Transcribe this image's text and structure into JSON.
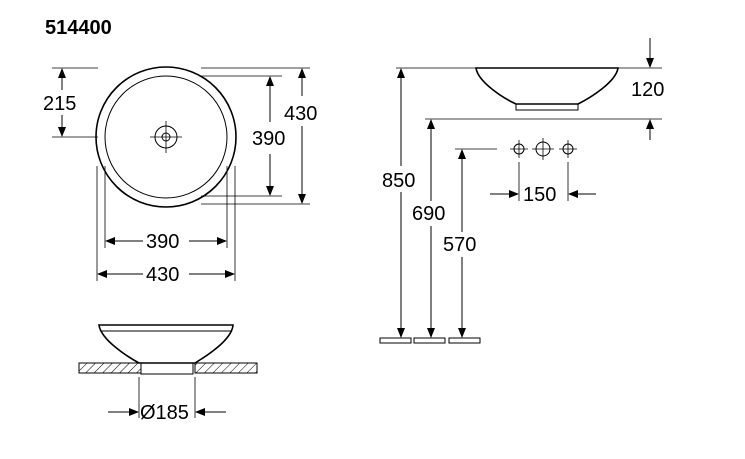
{
  "model_number": "514400",
  "top_view": {
    "depth_half": "215",
    "inner_height": "390",
    "outer_height": "430",
    "inner_width": "390",
    "outer_width": "430"
  },
  "side_view": {
    "drain_diameter": "Ø185"
  },
  "installation": {
    "bowl_height": "120",
    "total_height": "850",
    "tap_height": "690",
    "drain_height": "570",
    "tap_spacing": "150"
  }
}
